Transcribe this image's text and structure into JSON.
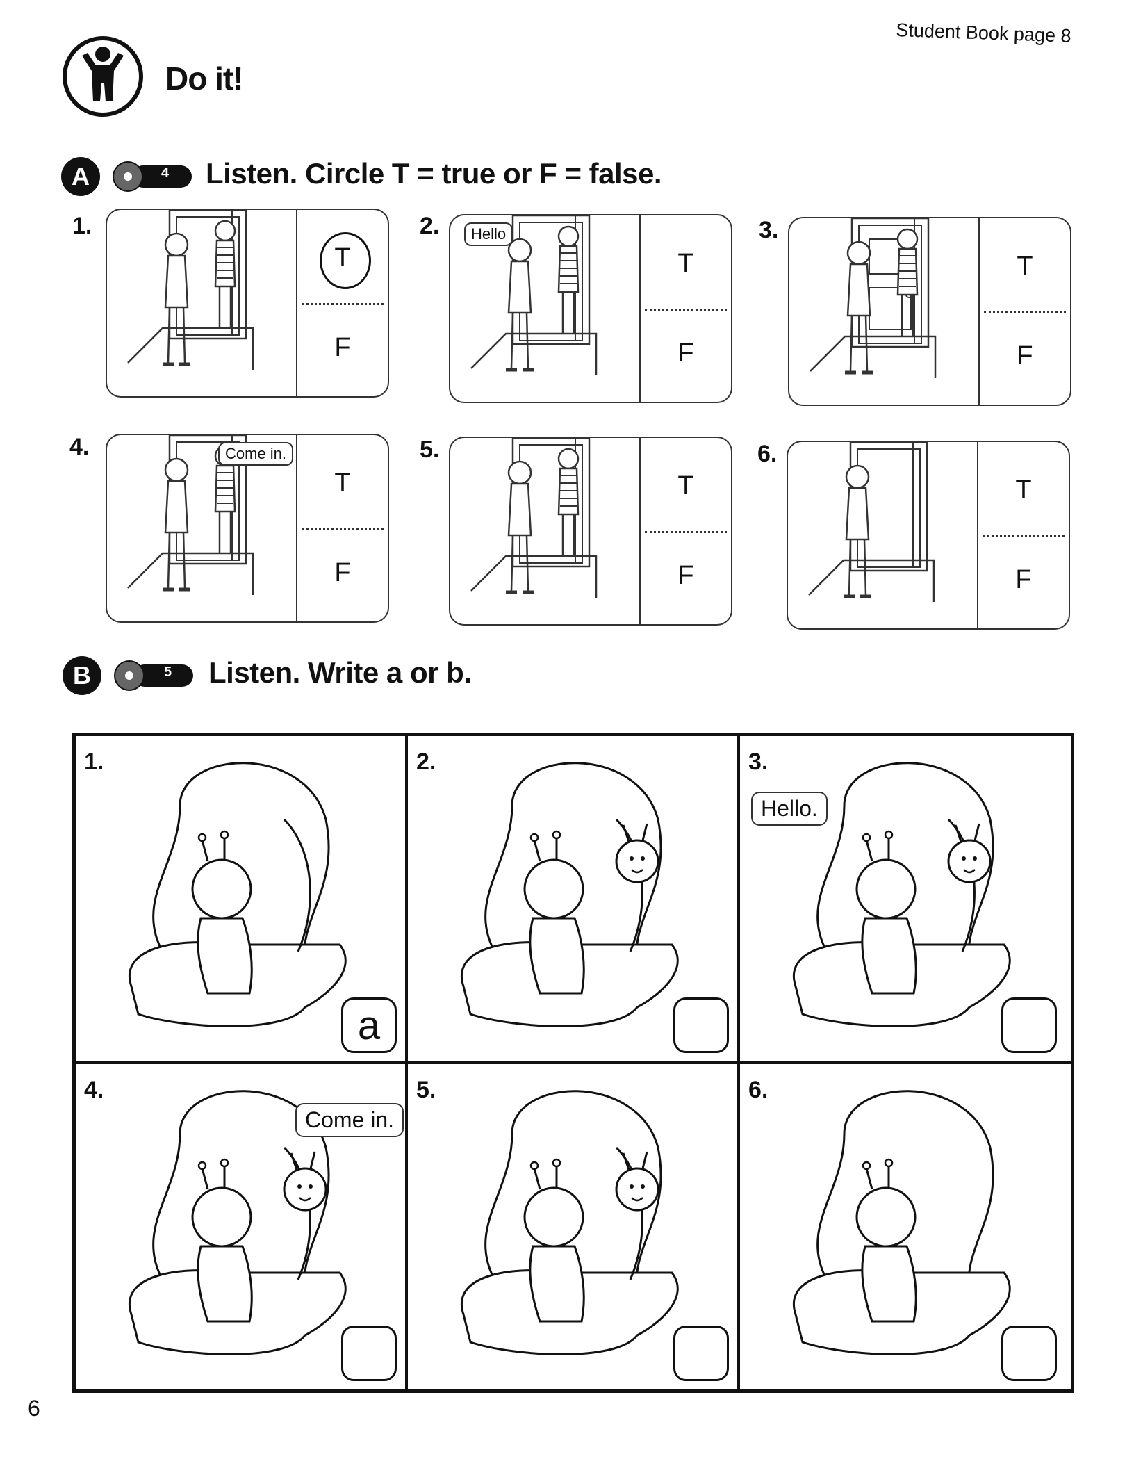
{
  "header": {
    "page_ref": "Student Book page 8",
    "title": "Do it!"
  },
  "section_a": {
    "letter": "A",
    "track": "4",
    "instruction": "Listen. Circle T = true or F = false.",
    "items": [
      {
        "num": "1.",
        "t": "T",
        "f": "F",
        "bubble": "",
        "answer": "T"
      },
      {
        "num": "2.",
        "t": "T",
        "f": "F",
        "bubble": "Hello",
        "answer": ""
      },
      {
        "num": "3.",
        "t": "T",
        "f": "F",
        "bubble": "",
        "answer": ""
      },
      {
        "num": "4.",
        "t": "T",
        "f": "F",
        "bubble": "Come in.",
        "answer": ""
      },
      {
        "num": "5.",
        "t": "T",
        "f": "F",
        "bubble": "",
        "answer": ""
      },
      {
        "num": "6.",
        "t": "T",
        "f": "F",
        "bubble": "",
        "answer": ""
      }
    ]
  },
  "section_b": {
    "letter": "B",
    "track": "5",
    "instruction": "Listen. Write a or b.",
    "items": [
      {
        "num": "1.",
        "bubble": "",
        "answer": "a"
      },
      {
        "num": "2.",
        "bubble": "",
        "answer": ""
      },
      {
        "num": "3.",
        "bubble": "Hello.",
        "answer": ""
      },
      {
        "num": "4.",
        "bubble": "Come in.",
        "answer": ""
      },
      {
        "num": "5.",
        "bubble": "",
        "answer": ""
      },
      {
        "num": "6.",
        "bubble": "",
        "answer": ""
      }
    ]
  },
  "footer": {
    "page_number": "6"
  }
}
